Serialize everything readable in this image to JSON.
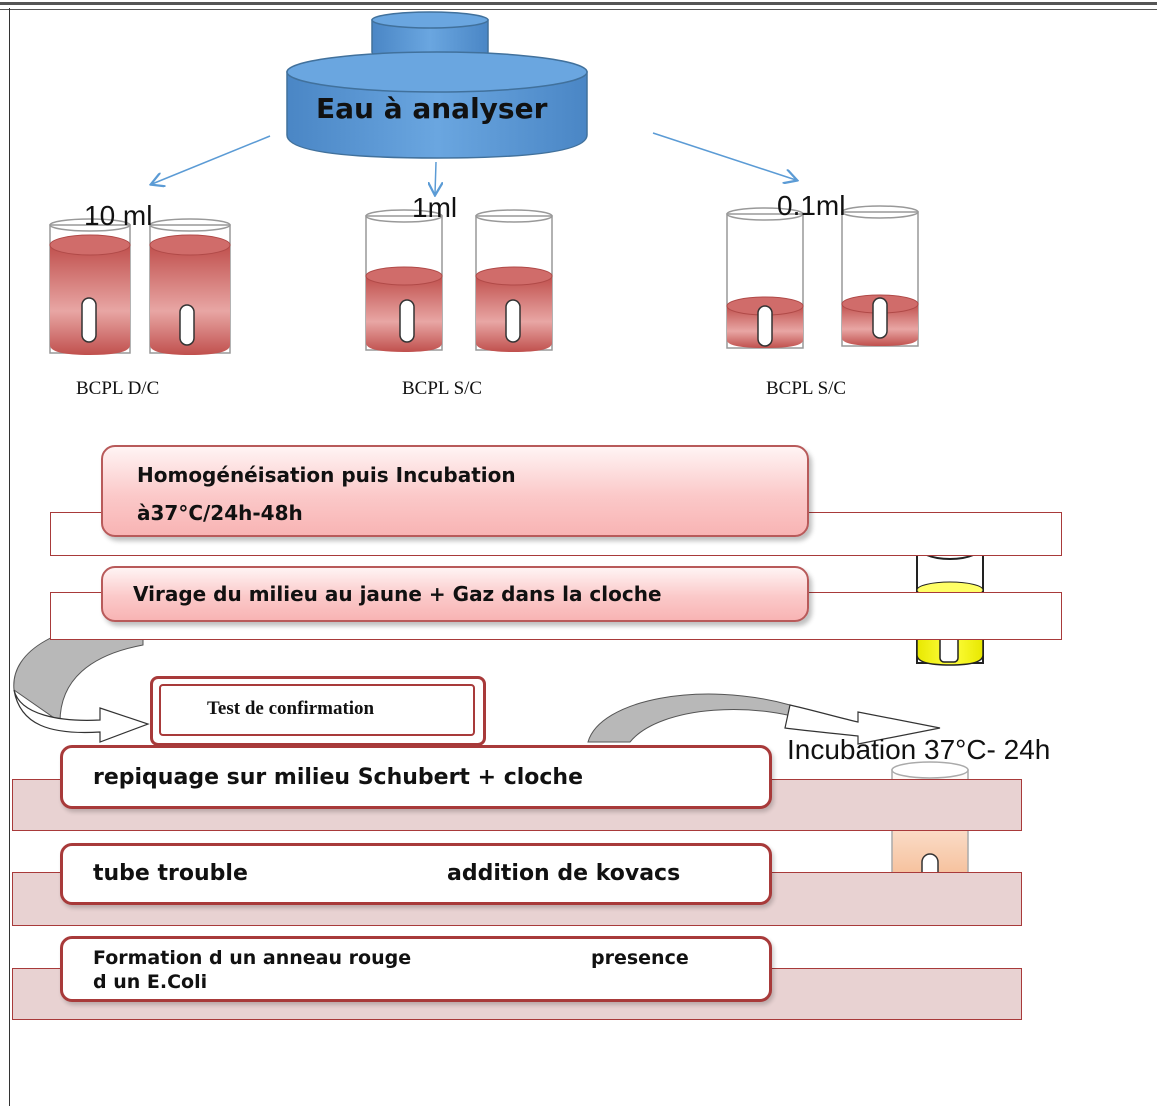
{
  "source_label": "Eau à analyser",
  "volumes": [
    "10 ml",
    "1ml",
    "0.1ml"
  ],
  "media": [
    "BCPL D/C",
    "BCPL S/C",
    "BCPL S/C"
  ],
  "step_incubation": {
    "line1": "Homogénéisation puis Incubation",
    "line2": "à37°C/24h-48h"
  },
  "step_virage": "Virage du milieu au jaune + Gaz dans la cloche",
  "confirmation": "Test de confirmation",
  "incubation_note": "Incubation 37°C- 24h",
  "step_repiquage": "repiquage sur milieu Schubert + cloche",
  "step_trouble": {
    "left": "tube trouble",
    "right": "addition de kovacs"
  },
  "step_anneau": {
    "line1_left": "Formation d un anneau rouge",
    "line1_right": "presence",
    "line2": "d un E.Coli"
  },
  "colors": {
    "bottle": "#5b9bd5",
    "bottle_dark": "#41719c",
    "medium": "#c0504d",
    "yellow": "#ffff00",
    "ring": "#ff0000",
    "band_fill": "#e8d2d2",
    "border": "#a83a3a"
  }
}
